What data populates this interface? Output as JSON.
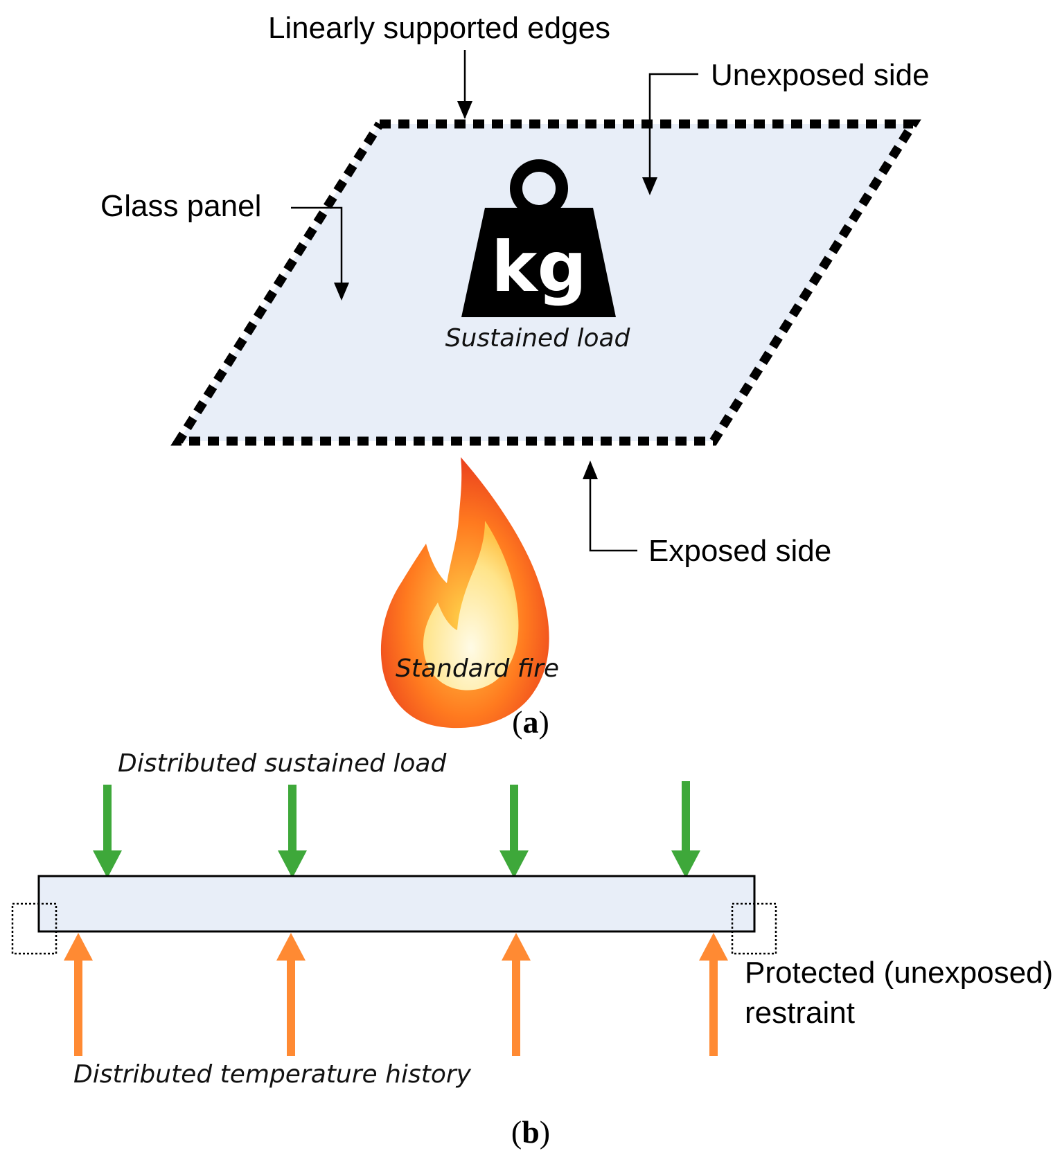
{
  "panel_a": {
    "label_edges": "Linearly supported edges",
    "label_unexposed": "Unexposed side",
    "label_glass": "Glass panel",
    "label_load": "Sustained load",
    "weight_text": "kg",
    "label_exposed": "Exposed side",
    "label_fire": "Standard fire",
    "caption_open": "(",
    "caption_letter": "a",
    "caption_close": ")"
  },
  "panel_b": {
    "label_load": "Distributed sustained load",
    "label_temperature": "Distributed temperature history",
    "label_restraint_line1": "Protected (unexposed)",
    "label_restraint_line2": "restraint",
    "caption_open": "(",
    "caption_letter": "b",
    "caption_close": ")"
  },
  "colors": {
    "panel_fill": "#e8eef8",
    "load_arrow": "#3ea83a",
    "temperature_arrow": "#ff8a33",
    "fire_outer": "#f26b1d",
    "fire_inner": "#ffe9a0",
    "outline": "#000000"
  }
}
